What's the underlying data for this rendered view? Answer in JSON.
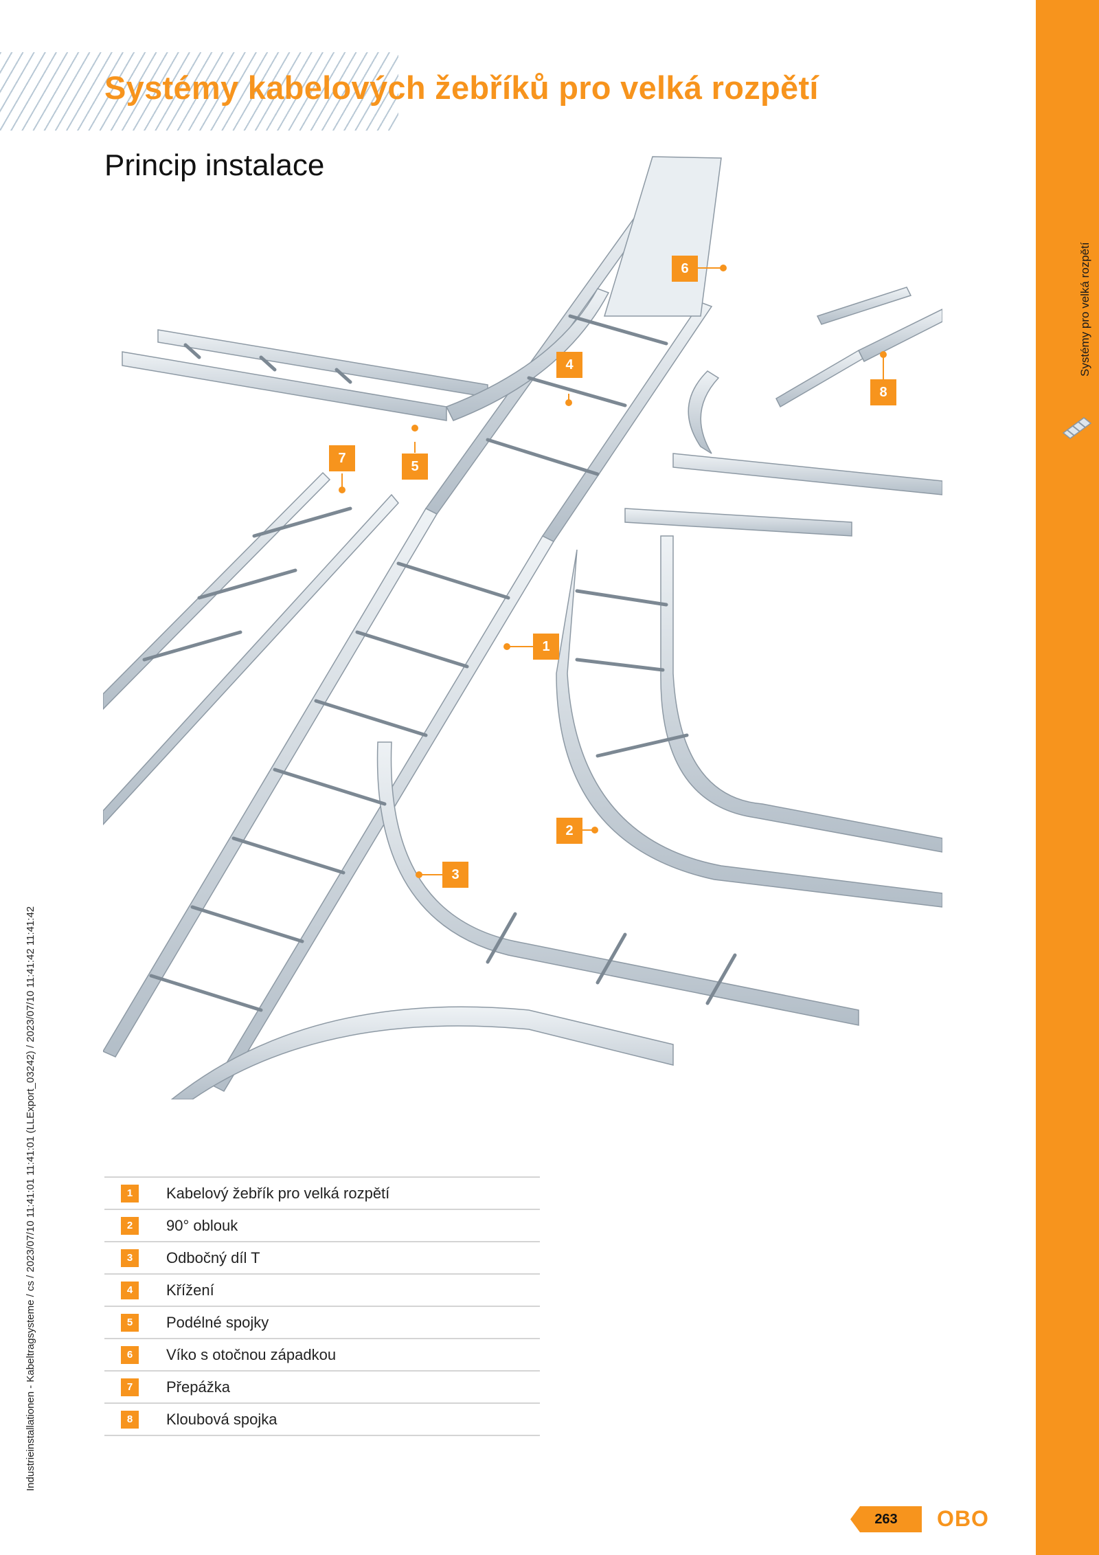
{
  "header": {
    "title": "Systémy kabelových žebříků pro velká rozpětí",
    "subtitle": "Princip instalace"
  },
  "sidebar": {
    "label": "Systémy pro velká rozpětí",
    "icon": "cable-ladder-icon",
    "color": "#f7941d"
  },
  "meta_vertical": "Industrieinstallationen - Kabeltragsysteme / cs / 2023/07/10 11:41:01 11:41:01 (LLExport_03242) / 2023/07/10 11:41:42 11:41:42",
  "callouts": [
    "1",
    "2",
    "3",
    "4",
    "5",
    "6",
    "7",
    "8"
  ],
  "legend": [
    {
      "num": "1",
      "text": "Kabelový žebřík pro velká rozpětí"
    },
    {
      "num": "2",
      "text": "90° oblouk"
    },
    {
      "num": "3",
      "text": "Odbočný díl T"
    },
    {
      "num": "4",
      "text": "Křížení"
    },
    {
      "num": "5",
      "text": "Podélné spojky"
    },
    {
      "num": "6",
      "text": "Víko s otočnou západkou"
    },
    {
      "num": "7",
      "text": "Přepážka"
    },
    {
      "num": "8",
      "text": "Kloubová spojka"
    }
  ],
  "footer": {
    "page_number": "263",
    "logo": "OBO"
  }
}
